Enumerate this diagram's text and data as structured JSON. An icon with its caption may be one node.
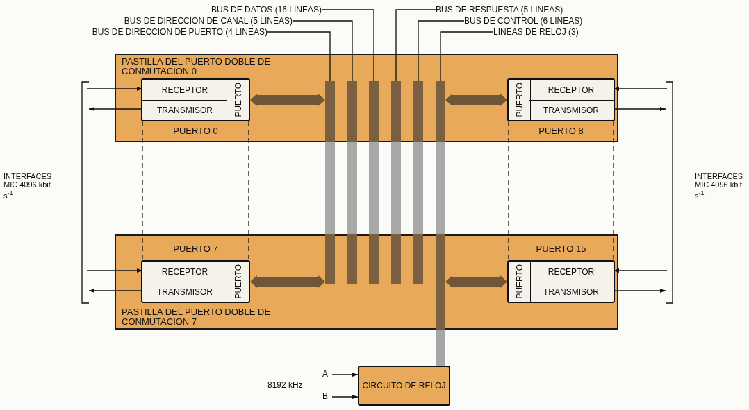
{
  "diagram": {
    "nodes": [
      {
        "text": [
          "PASTILLA DEL PUERTO DOBLE DE CONMUTACION 0"
        ]
      },
      {
        "text": [
          "PUERTO"
        ],
        "in": 0,
        "beside": [
          "PUERTO 0"
        ]
      },
      {
        "text": [
          "RECEPTOR"
        ],
        "in": 1
      },
      {
        "text": [
          "TRANSMISOR"
        ],
        "in": 1
      },
      {
        "text": [
          "PUERTO"
        ],
        "in": 0,
        "beside": [
          "PUERTO 8"
        ]
      },
      {
        "text": [
          "RECEPTOR"
        ],
        "in": 4
      },
      {
        "text": [
          "TRANSMISOR"
        ],
        "in": 4
      },
      {
        "text": [
          "PASTILLA DEL PUERTO DOBLE DE CONMUTACION 7"
        ]
      },
      {
        "text": [
          "PUERTO"
        ],
        "in": 7,
        "beside": [
          "PUERTO 7"
        ]
      },
      {
        "text": [
          "RECEPTOR"
        ],
        "in": 8
      },
      {
        "text": [
          "TRANSMISOR"
        ],
        "in": 8
      },
      {
        "text": [
          "PUERTO"
        ],
        "in": 7,
        "beside": [
          "PUERTO 15"
        ]
      },
      {
        "text": [
          "RECEPTOR"
        ],
        "in": 11
      },
      {
        "text": [
          "TRANSMISOR"
        ],
        "in": 11
      },
      {
        "text": [
          "CIRCUITO DE RELOJ"
        ]
      },
      {
        "text": [
          "BUS DE DATOS (16 LINEAS)"
        ]
      },
      {
        "text": [
          "BUS DE RESPUESTA (5 LINEAS)"
        ]
      },
      {
        "text": [
          "BUS DE DIRECCION DE CANAL (5 LINEAS)"
        ]
      },
      {
        "text": [
          "BUS DE CONTROL (6 LINEAS)"
        ]
      },
      {
        "text": [
          "BUS DE DIRECCION DE PUERTO (4 LINEAS)"
        ]
      },
      {
        "text": [
          "LINEAS DE RELOJ (3)"
        ]
      },
      {
        "text": [],
        "shape": "bar"
      },
      {
        "text": [],
        "shape": "bar"
      },
      {
        "text": [],
        "shape": "bar"
      },
      {
        "text": [],
        "shape": "bar"
      },
      {
        "text": [],
        "shape": "bar"
      },
      {
        "text": [],
        "shape": "bar"
      }
    ],
    "edges": [
      {
        "from": 15,
        "to": 23,
        "arrow": "none"
      },
      {
        "from": 16,
        "to": 24,
        "arrow": "none"
      },
      {
        "from": 17,
        "to": 22,
        "arrow": "none"
      },
      {
        "from": 18,
        "to": 25,
        "arrow": "none"
      },
      {
        "from": 19,
        "to": 21,
        "arrow": "none"
      },
      {
        "from": 20,
        "to": 26,
        "arrow": "none"
      },
      {
        "from": null,
        "to": 2,
        "arrow": "to"
      },
      {
        "from": 3,
        "to": null,
        "arrow": "to"
      },
      {
        "from": null,
        "to": 5,
        "arrow": "to"
      },
      {
        "from": 6,
        "to": null,
        "arrow": "to"
      },
      {
        "from": null,
        "to": 9,
        "arrow": "to"
      },
      {
        "from": 10,
        "to": null,
        "arrow": "to"
      },
      {
        "from": null,
        "to": 12,
        "arrow": "to"
      },
      {
        "from": 13,
        "to": null,
        "arrow": "to"
      },
      {
        "from": 1,
        "to": 21,
        "arrow": "both",
        "style": "thick",
        "color": "#6e5636"
      },
      {
        "from": 4,
        "to": 26,
        "arrow": "both",
        "style": "thick",
        "color": "#6e5636"
      },
      {
        "from": 8,
        "to": 21,
        "arrow": "both",
        "style": "thick",
        "color": "#6e5636"
      },
      {
        "from": 11,
        "to": 26,
        "arrow": "both",
        "style": "thick",
        "color": "#6e5636"
      },
      {
        "from": 1,
        "to": 8,
        "arrow": "none",
        "style": "dashed"
      },
      {
        "from": 1,
        "to": 8,
        "arrow": "none",
        "style": "dashed"
      },
      {
        "from": 4,
        "to": 11,
        "arrow": "none",
        "style": "dashed"
      },
      {
        "from": 4,
        "to": 11,
        "arrow": "none",
        "style": "dashed"
      },
      {
        "from": 14,
        "to": 26,
        "arrow": "none",
        "style": "thick",
        "color": "#a6a6a6"
      },
      {
        "from": null,
        "to": 14,
        "arrow": "to",
        "label": "A"
      },
      {
        "from": null,
        "to": 14,
        "arrow": "to",
        "label": "B"
      }
    ],
    "labels": [
      "INTERFACES MIC 4096 kbit s$^{-1}$",
      "INTERFACES MIC 4096 kbit s$^{-1}$",
      "8192 kHz"
    ]
  }
}
